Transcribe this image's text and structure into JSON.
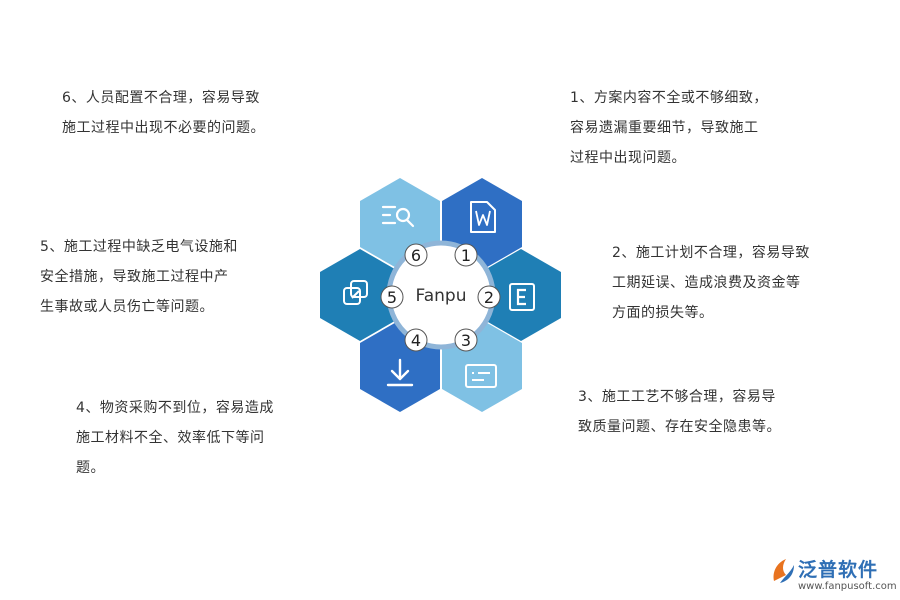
{
  "notes": {
    "n1": [
      "1、方案内容不全或不够细致，",
      "容易遗漏重要细节，导致施工",
      "过程中出现问题。"
    ],
    "n2": [
      "2、施工计划不合理，容易导致",
      "工期延误、造成浪费及资金等",
      "方面的损失等。"
    ],
    "n3": [
      "3、施工工艺不够合理，容易导",
      "致质量问题、存在安全隐患等。"
    ],
    "n4": [
      "4、物资采购不到位，容易造成",
      "施工材料不全、效率低下等问",
      "题。"
    ],
    "n5": [
      "5、施工过程中缺乏电气设施和",
      "安全措施，导致施工过程中产",
      "生事故或人员伤亡等问题。"
    ],
    "n6": [
      "6、人员配置不合理，容易导致",
      "施工过程中出现不必要的问题。"
    ]
  },
  "center_label": "Fanpu",
  "numbers": [
    "1",
    "2",
    "3",
    "4",
    "5",
    "6"
  ],
  "hex_icons": {
    "h1": "word-document-icon",
    "h2": "letter-e-icon",
    "h3": "message-icon",
    "h4": "download-icon",
    "h5": "link-icon",
    "h6": "search-list-icon"
  },
  "colors": {
    "dark_blue": "#2f6fc4",
    "teal_blue": "#1f7fb5",
    "light_blue": "#7fc1e4",
    "ring": "#8fb5d8"
  },
  "logo": {
    "name": "泛普软件",
    "url": "www.fanpusoft.com"
  }
}
